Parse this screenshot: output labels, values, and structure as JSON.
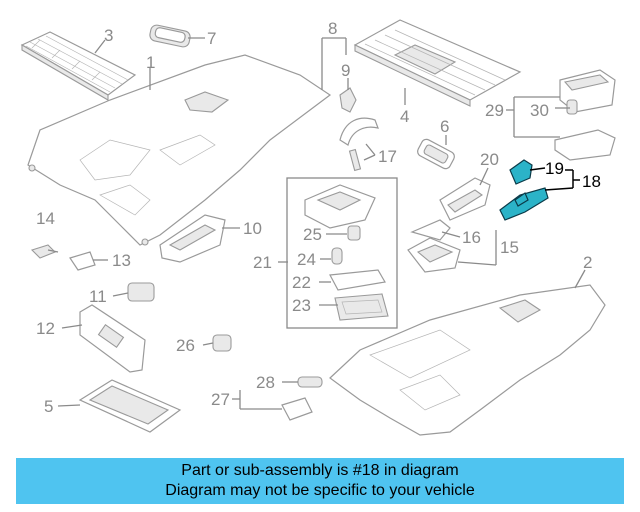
{
  "diagram": {
    "callouts": [
      {
        "id": "1",
        "label": "1"
      },
      {
        "id": "2",
        "label": "2"
      },
      {
        "id": "3",
        "label": "3"
      },
      {
        "id": "4",
        "label": "4"
      },
      {
        "id": "5",
        "label": "5"
      },
      {
        "id": "6",
        "label": "6"
      },
      {
        "id": "7",
        "label": "7"
      },
      {
        "id": "8",
        "label": "8"
      },
      {
        "id": "9",
        "label": "9"
      },
      {
        "id": "10",
        "label": "10"
      },
      {
        "id": "11",
        "label": "11"
      },
      {
        "id": "12",
        "label": "12"
      },
      {
        "id": "13",
        "label": "13"
      },
      {
        "id": "14",
        "label": "14"
      },
      {
        "id": "15",
        "label": "15"
      },
      {
        "id": "16",
        "label": "16"
      },
      {
        "id": "17",
        "label": "17"
      },
      {
        "id": "18",
        "label": "18"
      },
      {
        "id": "19",
        "label": "19"
      },
      {
        "id": "20",
        "label": "20"
      },
      {
        "id": "21",
        "label": "21"
      },
      {
        "id": "22",
        "label": "22"
      },
      {
        "id": "23",
        "label": "23"
      },
      {
        "id": "24",
        "label": "24"
      },
      {
        "id": "25",
        "label": "25"
      },
      {
        "id": "26",
        "label": "26"
      },
      {
        "id": "27",
        "label": "27"
      },
      {
        "id": "28",
        "label": "28"
      },
      {
        "id": "29",
        "label": "29"
      },
      {
        "id": "30",
        "label": "30"
      }
    ],
    "highlight_color": "#2bb3c8",
    "line_color": "#8a8a8a"
  },
  "banner": {
    "line1": "Part or sub-assembly is #18 in diagram",
    "line2": "Diagram may not be specific to your vehicle",
    "background": "#4fc4f0"
  }
}
